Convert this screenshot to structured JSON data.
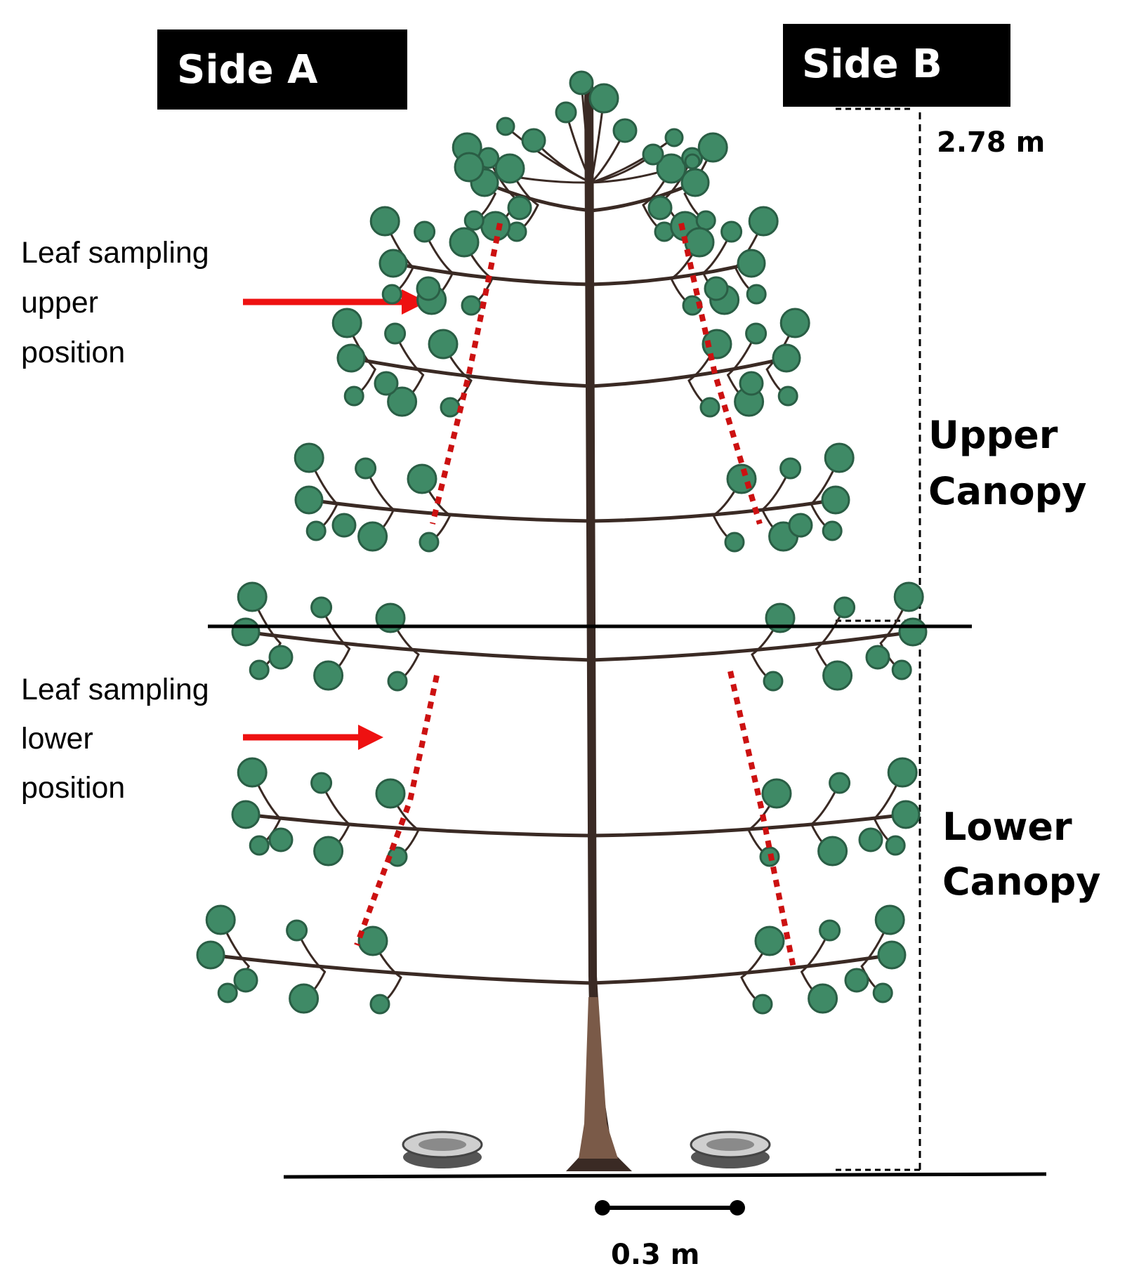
{
  "labels": {
    "side_a": "Side A",
    "side_b": "Side B",
    "height": "2.78 m",
    "upper_canopy": [
      "Upper",
      "Canopy"
    ],
    "lower_canopy": [
      "Lower",
      "Canopy"
    ],
    "upper_sampling": [
      "Leaf sampling",
      "upper",
      "position"
    ],
    "lower_sampling": [
      "Leaf sampling",
      "lower",
      "position"
    ],
    "scale_bar": "0.3 m"
  },
  "colors": {
    "foliage": "#3f8a66",
    "foliage_edge": "#2a5e45",
    "branch": "#3a2a24",
    "trunk": "#7a5a48",
    "sampling_line": "#cc1111",
    "arrow": "#ee1111",
    "box": "#000000"
  },
  "icons": {
    "tree": "tree-illustration",
    "traps": "litter-trap-icon"
  }
}
